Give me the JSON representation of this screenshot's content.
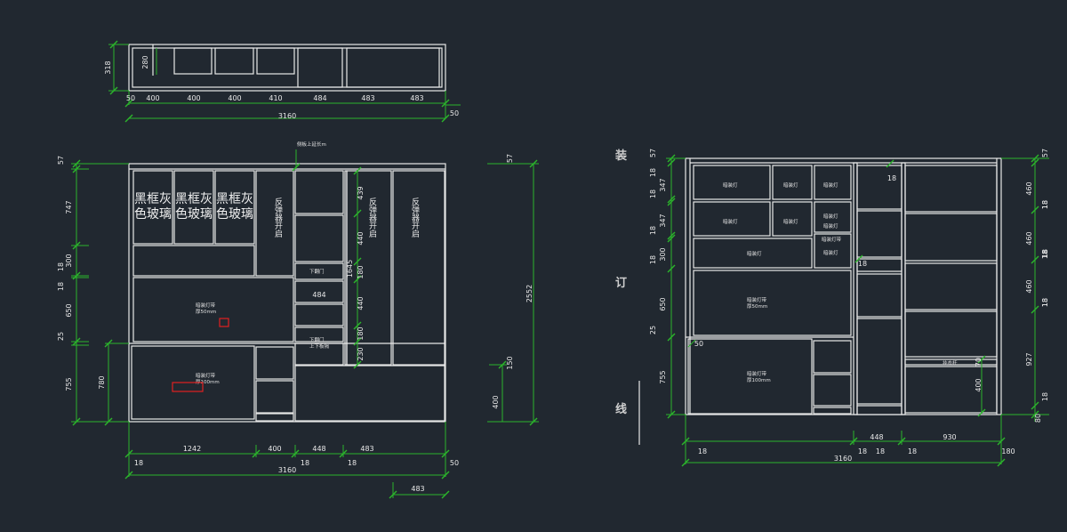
{
  "colors": {
    "background": "#212830",
    "line": "#e8e8e8",
    "dimension": "#2bb52b",
    "marker": "#e02020"
  },
  "top_view": {
    "height_dims": [
      "318",
      "280"
    ],
    "width_dims": [
      "50",
      "400",
      "400",
      "400",
      "410",
      "484",
      "483",
      "483"
    ],
    "total": "3160",
    "right_offset": "50"
  },
  "front_view": {
    "top_note": "侧板上延长m",
    "left_dims": [
      "57",
      "747",
      "18",
      "300",
      "18",
      "650",
      "25",
      "755"
    ],
    "lower_height": "780",
    "glass_label": "黑框灰色玻璃",
    "glass_line1": "黑框灰",
    "glass_line2": "色玻璃",
    "flip_label": "反弹器开启",
    "notes": {
      "niche_a": "暗装灯带",
      "niche_a2": "厚50mm",
      "niche_b": "暗装灯带",
      "niche_b2": "厚100mm",
      "drawer_a": "下翻门",
      "drawer_b": "下翻门",
      "drawer_b2": "上下板隔"
    },
    "middle_width": "484",
    "inner_dims": [
      "439",
      "440",
      "180",
      "440",
      "180",
      "230"
    ],
    "total_height_inner": "1645",
    "total_height": "2552",
    "right_dims": [
      "57",
      "150",
      "400"
    ],
    "bottom_dims": [
      "1242",
      "400",
      "448",
      "483"
    ],
    "bottom_small": [
      "18",
      "18",
      "18",
      "50"
    ],
    "total": "3160",
    "extra_bottom": "483"
  },
  "side_markers": [
    "装",
    "订",
    "线"
  ],
  "back_view": {
    "left_dims": [
      "57",
      "18",
      "347",
      "18",
      "347",
      "18",
      "300",
      "18",
      "650",
      "25",
      "755"
    ],
    "inner_left": "50",
    "top_inner": "18",
    "mid_inner": "18",
    "cell_label": "暗装灯",
    "cell_label2": "暗装灯带",
    "niche_a": "暗装灯带",
    "niche_a2": "厚50mm",
    "niche_b": "暗装灯带",
    "niche_b2": "厚100mm",
    "rack_label": "挂衣杆",
    "inner_dims_right": [
      "70",
      "400"
    ],
    "right_dims": [
      "57",
      "460",
      "18",
      "460",
      "18",
      "460",
      "18",
      "927",
      "18",
      "80"
    ],
    "right_small": [
      "18",
      "18",
      "18"
    ],
    "bottom_dims": [
      "448",
      "930"
    ],
    "bottom_small": [
      "18",
      "18",
      "18",
      "18",
      "180"
    ],
    "total": "3160"
  }
}
